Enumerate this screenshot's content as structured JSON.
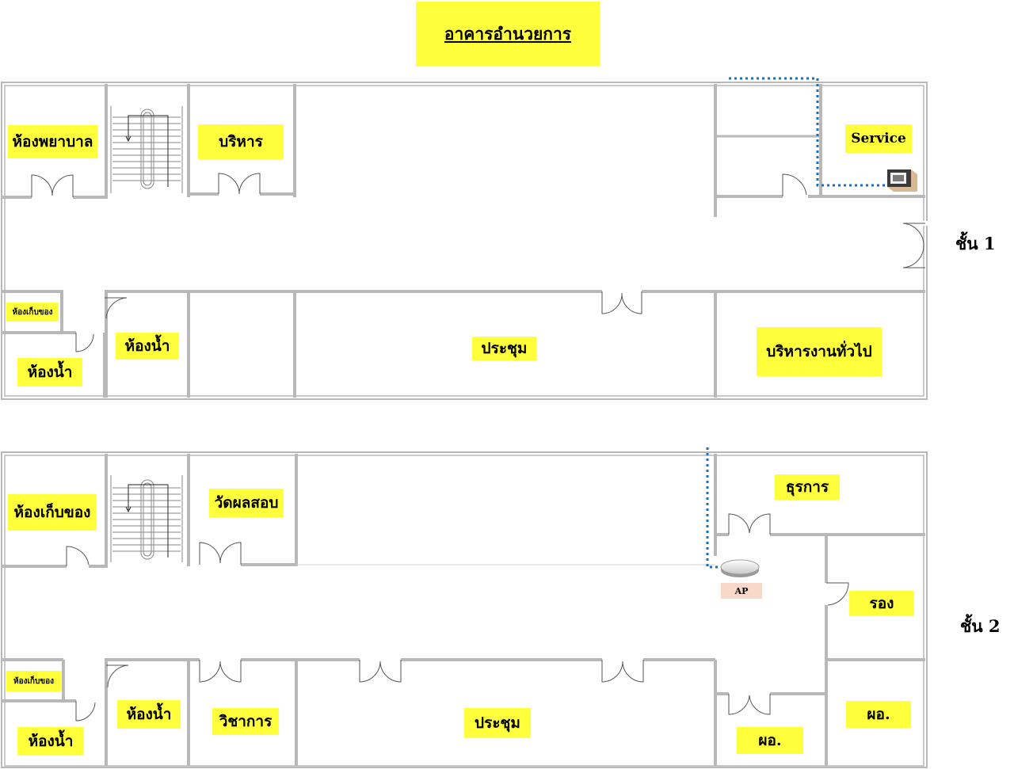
{
  "title": "อาคารอำนวยการ",
  "floors": [
    {
      "label": "ชั้น 1",
      "rooms": {
        "nurse": "ห้องพยาบาล",
        "admin": "บริหาร",
        "service": "Service",
        "storage_small": "ห้องเก็บของ",
        "restroom_left": "ห้องน้ำ",
        "restroom_right": "ห้องน้ำ",
        "meeting": "ประชุม",
        "general_admin": "บริหารงานทั่วไป"
      }
    },
    {
      "label": "ชั้น 2",
      "rooms": {
        "storage": "ห้องเก็บของ",
        "assessment": "วัดผลสอบ",
        "business": "ธุรการ",
        "deputy": "รอง",
        "storage_small": "ห้องเก็บของ",
        "restroom_left": "ห้องน้ำ",
        "restroom_right": "ห้องน้ำ",
        "academic": "วิชาการ",
        "meeting": "ประชุม",
        "director_1": "ผอ.",
        "director_2": "ผอ."
      },
      "access_point_label": "AP"
    }
  ],
  "colors": {
    "label_bg": "#ffff3b",
    "wall": "#b8b8b8",
    "network_line": "#1a6fc0",
    "ap_label_bg": "#f8d8c8"
  },
  "icons": [
    "staircase-icon",
    "server-rack-icon",
    "wireless-access-point-icon",
    "door-swing-icon"
  ]
}
